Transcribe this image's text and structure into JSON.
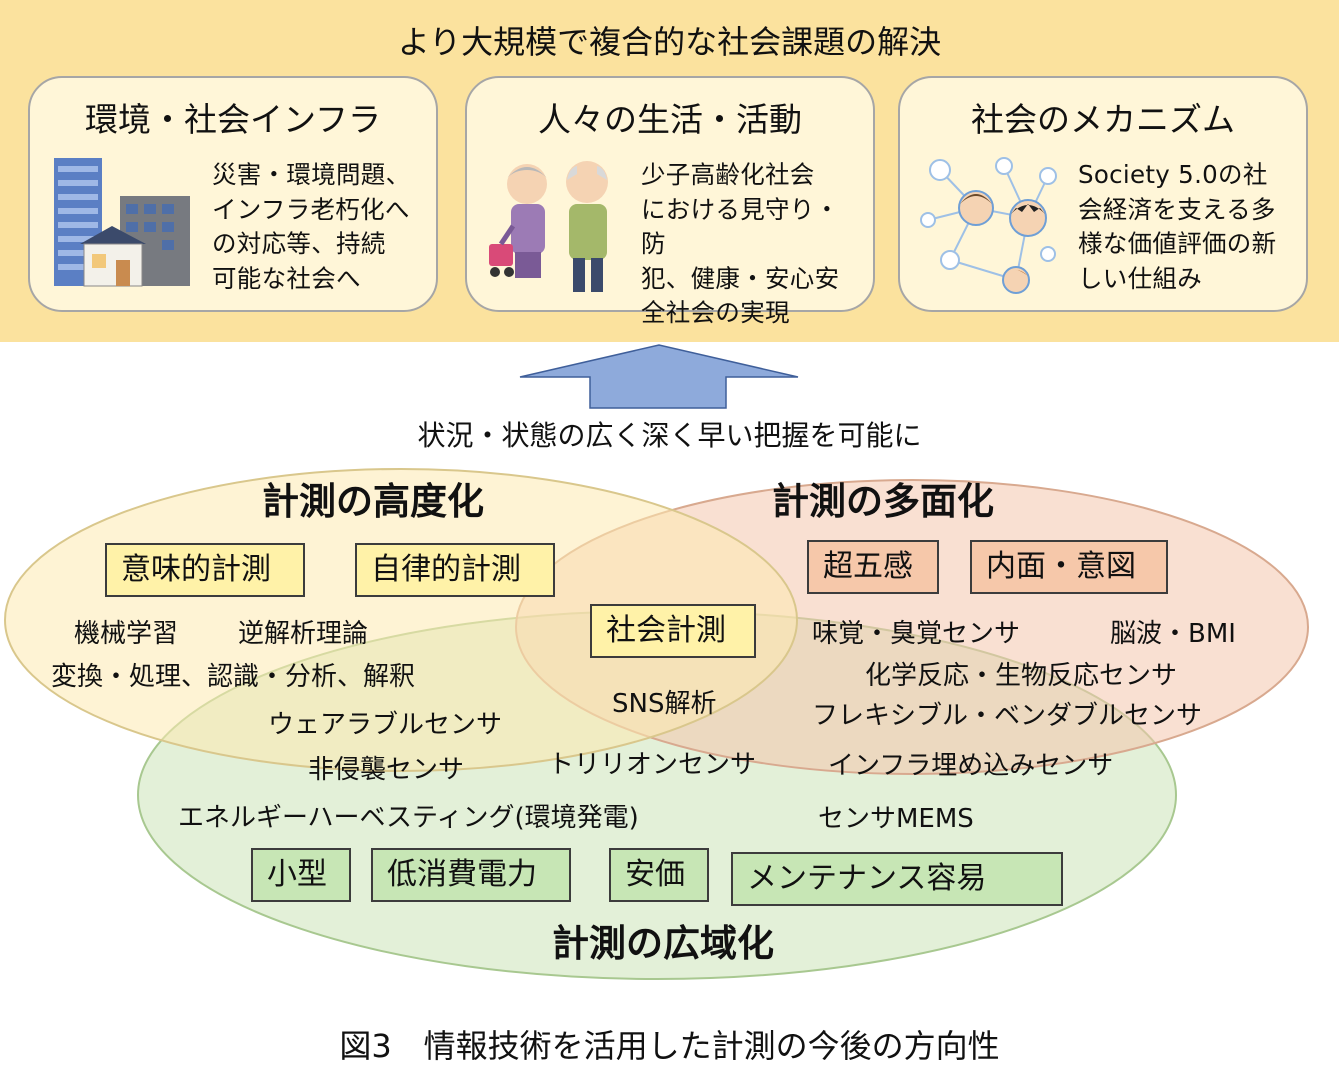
{
  "header": {
    "title": "より大規模で複合的な社会課題の解決"
  },
  "cards": [
    {
      "title": "環境・社会インフラ",
      "text": "災害・環境問題、\nインフラ老朽化へ\nの対応等、持続\n可能な社会へ",
      "icon": "buildings-illustration"
    },
    {
      "title": "人々の生活・活動",
      "text": "少子高齢化社会\nにおける見守り・防\n犯、健康・安心安\n全社会の実現",
      "icon": "elderly-couple-illustration"
    },
    {
      "title": "社会のメカニズム",
      "text": "Society 5.0の社\n会経済を支える多\n様な価値評価の新\nしい仕組み",
      "icon": "social-network-illustration"
    }
  ],
  "arrow_caption": "状況・状態の広く深く早い把握を可能に",
  "circles": {
    "advanced": {
      "title": "計測の高度化",
      "boxes": [
        "意味的計測",
        "自律的計測"
      ],
      "items": [
        "機械学習",
        "逆解析理論",
        "変換・処理、認識・分析、解釈"
      ]
    },
    "multifaceted": {
      "title": "計測の多面化",
      "boxes": [
        "超五感",
        "内面・意図"
      ],
      "items": [
        "味覚・臭覚センサ",
        "脳波・BMI",
        "化学反応・生物反応センサ",
        "フレキシブル・ベンダブルセンサ"
      ]
    },
    "wide_area": {
      "title": "計測の広域化",
      "boxes": [
        "小型",
        "低消費電力",
        "安価",
        "メンテナンス容易"
      ],
      "items": [
        "ウェアラブルセンサ",
        "非侵襲センサ",
        "トリリオンセンサ",
        "インフラ埋め込みセンサ",
        "エネルギーハーベスティング(環境発電)",
        "センサMEMS"
      ]
    },
    "center": {
      "box": "社会計測",
      "item": "SNS解析"
    }
  },
  "colors": {
    "top_band": "#fbe29e",
    "card_bg": "#fff6d8",
    "advanced_fill": "#fdeab0",
    "multifaceted_fill": "#f4c7ad",
    "wide_area_fill": "#d7e9c8",
    "arrow": "#8eaadb"
  },
  "figure_caption": "図3　情報技術を活用した計測の今後の方向性"
}
